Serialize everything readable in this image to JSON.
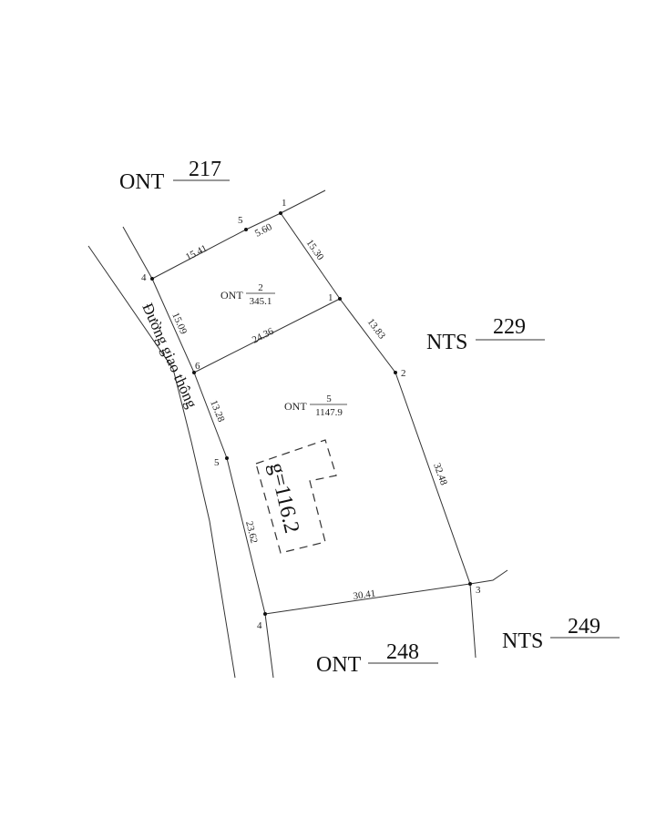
{
  "neighbors": [
    {
      "type": "ONT",
      "number": "217"
    },
    {
      "type": "NTS",
      "number": "229"
    },
    {
      "type": "NTS",
      "number": "249"
    },
    {
      "type": "ONT",
      "number": "248"
    }
  ],
  "road_name": "Đường giao thông",
  "parcels": [
    {
      "type": "ONT",
      "number": "2",
      "area": "345.1"
    },
    {
      "type": "ONT",
      "number": "5",
      "area": "1147.9"
    }
  ],
  "building_label": "g=116.2",
  "vertices": [
    "1",
    "5",
    "4",
    "1",
    "6",
    "2",
    "5",
    "3",
    "4"
  ],
  "edges": [
    "15.41",
    "5.60",
    "15.30",
    "15.09",
    "24.36",
    "13.83",
    "13.28",
    "32.48",
    "23.62",
    "30.41"
  ]
}
